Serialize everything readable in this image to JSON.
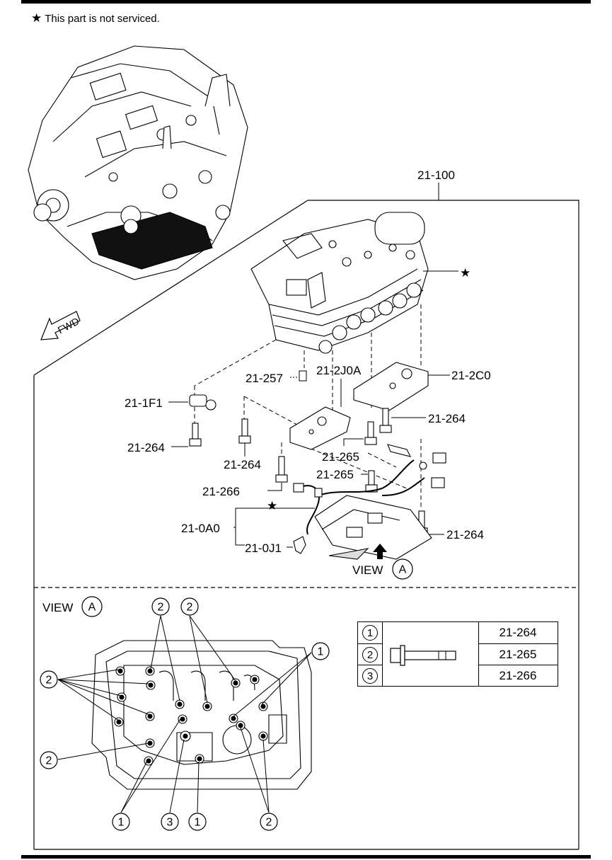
{
  "note": {
    "star": "★",
    "text": "This part is not serviced."
  },
  "labels": {
    "assy": "21-100",
    "star_upper": "★",
    "star_lower": "★",
    "fwd": "FWD",
    "p257": "21-257",
    "p2j0a": "21-2J0A",
    "p2c0": "21-2C0",
    "p1f1": "21-1F1",
    "p264_a": "21-264",
    "p264_b": "21-264",
    "p264_c": "21-264",
    "p264_d": "21-264",
    "p265_a": "21-265",
    "p265_b": "21-265",
    "p266": "21-266",
    "p0a0": "21-0A0",
    "p0j1": "21-0J1",
    "view_a_label": "VIEW",
    "view_a_letter": "A",
    "view_a_title": "VIEW",
    "view_a_title_letter": "A"
  },
  "callouts": {
    "top_left_2": "2",
    "top_right_2": "2",
    "right_1": "1",
    "left_2_upper": "2",
    "left_2_lower": "2",
    "bottom_1_left": "1",
    "bottom_3": "3",
    "bottom_1_mid": "1",
    "bottom_2_right": "2"
  },
  "table": {
    "rows": [
      {
        "num": "1",
        "part": "21-264"
      },
      {
        "num": "2",
        "part": "21-265"
      },
      {
        "num": "3",
        "part": "21-266"
      }
    ]
  }
}
